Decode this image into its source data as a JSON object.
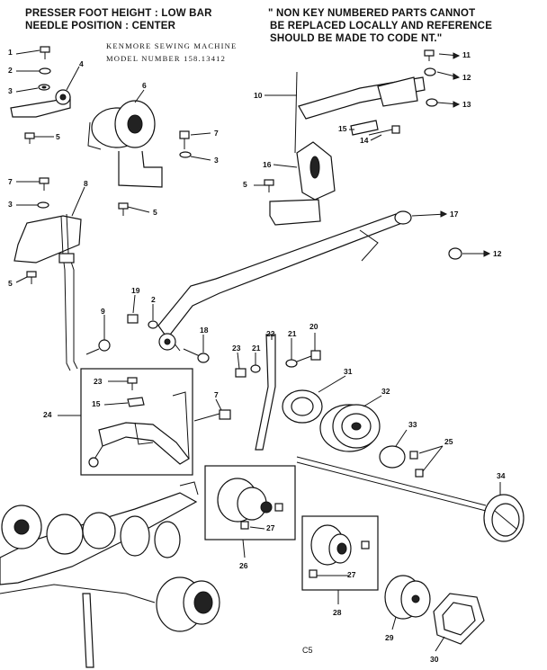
{
  "header": {
    "left_line1": "PRESSER FOOT HEIGHT : LOW BAR",
    "left_line2": "NEEDLE POSITION : CENTER",
    "right_line1": "\" NON KEY NUMBERED PARTS CANNOT",
    "right_line2": "BE REPLACED LOCALLY AND REFERENCE",
    "right_line3": "SHOULD BE MADE TO CODE NT.\"",
    "machine": "KENMORE SEWING MACHINE",
    "model": "MODEL NUMBER 158.13412"
  },
  "callouts": {
    "c1": "1",
    "c2a": "2",
    "c3a": "3",
    "c4": "4",
    "c5a": "5",
    "c6": "6",
    "c7a": "7",
    "c3b": "3",
    "c5b": "5",
    "c7b": "7",
    "c3c": "3",
    "c8": "8",
    "c5c": "5",
    "c9": "9",
    "c10": "10",
    "c11": "11",
    "c12a": "12",
    "c13": "13",
    "c14": "14",
    "c15a": "15",
    "c16": "16",
    "c5d": "5",
    "c17": "17",
    "c12b": "12",
    "c19": "19",
    "c2b": "2",
    "c18": "18",
    "c22": "22",
    "c20": "20",
    "c23a": "23",
    "c21a": "21",
    "c21b": "21",
    "c31": "31",
    "c23b": "23",
    "c15b": "15",
    "c7c": "7",
    "c24": "24",
    "c32": "32",
    "c33": "33",
    "c25": "25",
    "c34": "34",
    "c27a": "27",
    "c26": "26",
    "c27b": "27",
    "c28": "28",
    "c29": "29",
    "c30": "30"
  },
  "footer_code": "C5"
}
